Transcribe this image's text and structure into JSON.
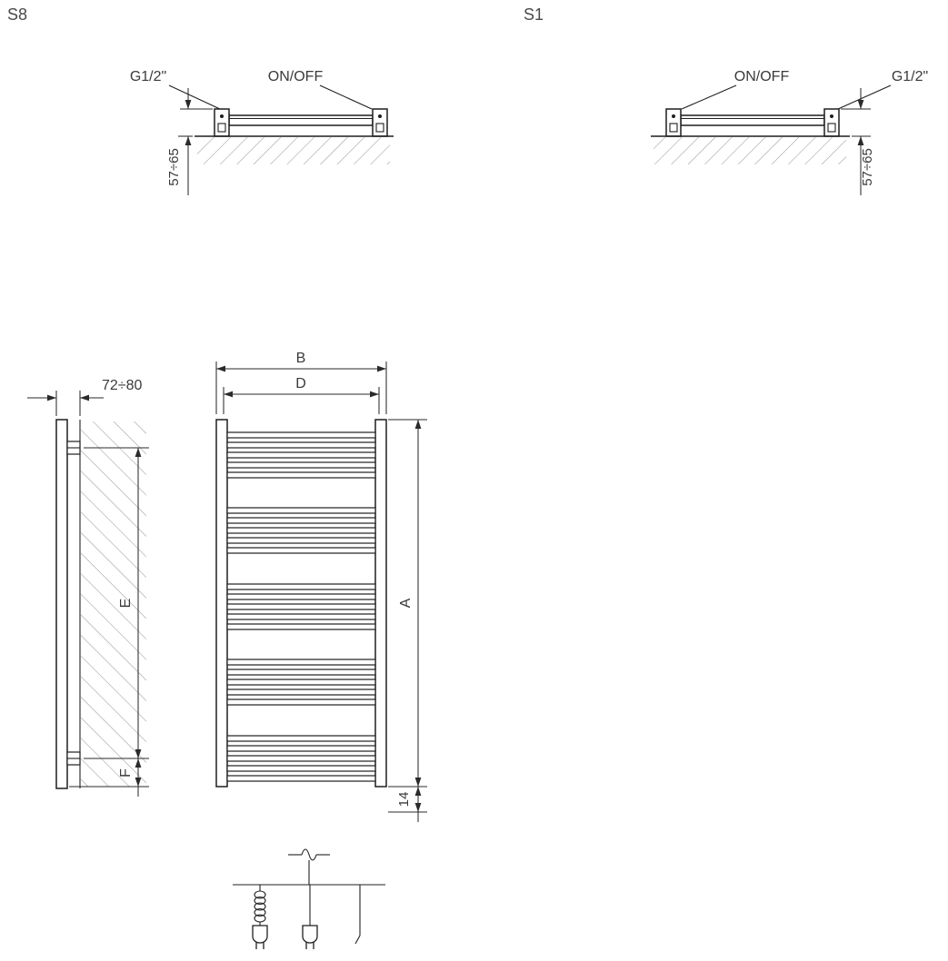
{
  "title": {
    "s8": "S8",
    "s1": "S1"
  },
  "s8_view": {
    "left_port": "G1/2\"",
    "right_port": "ON/OFF",
    "wall_distance": "57÷65"
  },
  "s1_view": {
    "left_port": "ON/OFF",
    "right_port": "G1/2\"",
    "wall_distance": "57÷65"
  },
  "side_view": {
    "depth": "72÷80",
    "mount_span": "E",
    "bottom_offset": "F"
  },
  "front_view": {
    "overall_width": "B",
    "connection_width": "D",
    "overall_height": "A",
    "bottom_detail": "14"
  },
  "colors": {
    "line": "#1f1f1f",
    "hatch": "#9a9a9a",
    "text": "#3a3a3a",
    "background": "#ffffff"
  }
}
